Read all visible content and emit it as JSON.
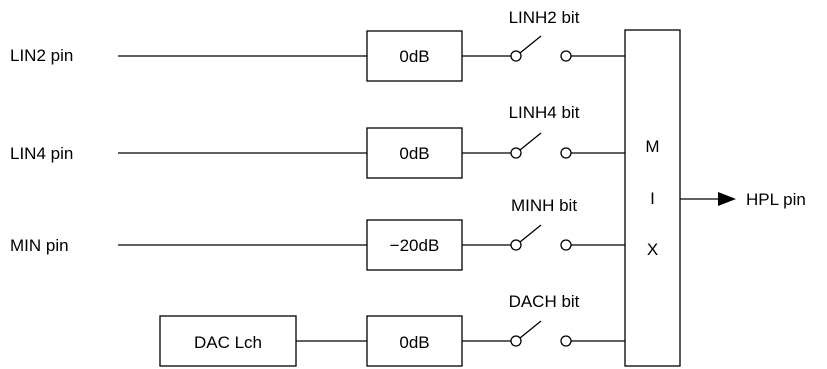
{
  "inputs": [
    {
      "label": "LIN2 pin",
      "gain": "0dB",
      "switch": "LINH2 bit"
    },
    {
      "label": "LIN4 pin",
      "gain": "0dB",
      "switch": "LINH4 bit"
    },
    {
      "label": "MIN pin",
      "gain": "−20dB",
      "switch": "MINH bit"
    },
    {
      "label": "DAC Lch",
      "gain": "0dB",
      "switch": "DACH bit",
      "boxed": true
    }
  ],
  "mixer": {
    "letters": [
      "M",
      "I",
      "X"
    ]
  },
  "output": {
    "label": "HPL pin"
  }
}
